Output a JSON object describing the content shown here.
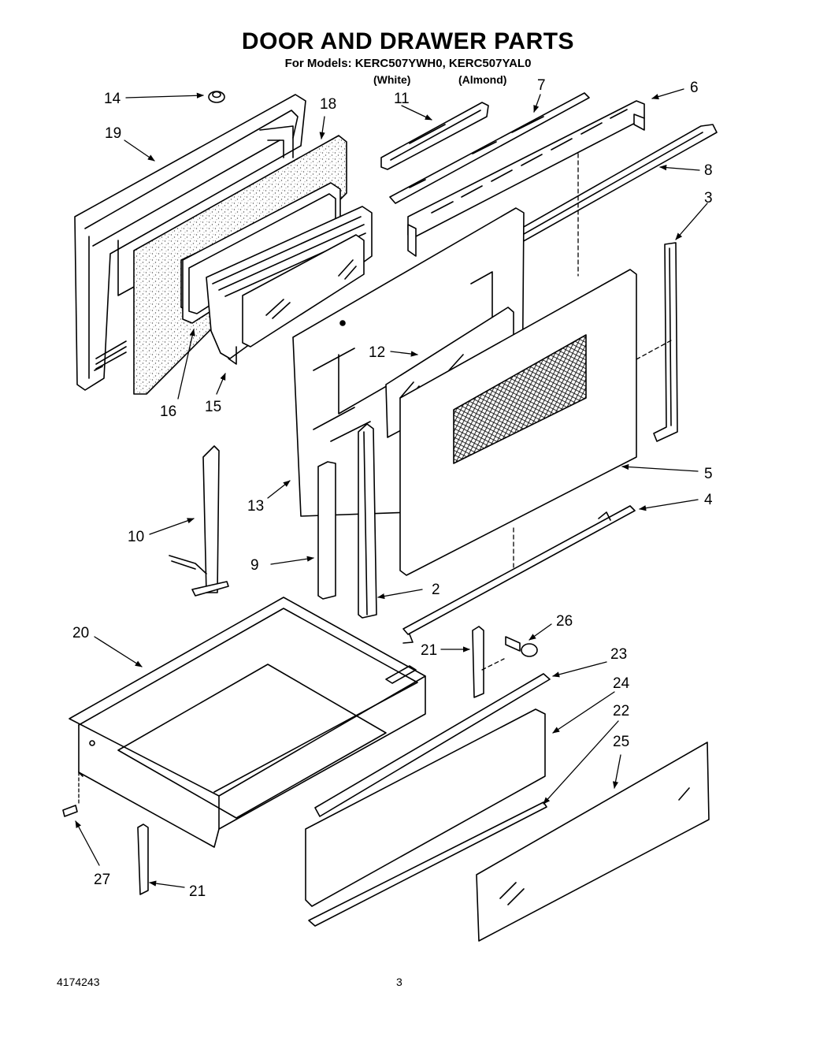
{
  "title": "DOOR AND DRAWER PARTS",
  "models_line": "For Models: KERC507YWH0, KERC507YAL0",
  "variants": [
    "(White)",
    "(Almond)"
  ],
  "footer": {
    "doc_number": "4174243",
    "page": "3"
  },
  "callouts": [
    "14",
    "19",
    "18",
    "11",
    "7",
    "6",
    "8",
    "3",
    "12",
    "16",
    "15",
    "13",
    "5",
    "4",
    "10",
    "9",
    "2",
    "20",
    "21",
    "26",
    "23",
    "24",
    "22",
    "25",
    "27",
    "21"
  ]
}
